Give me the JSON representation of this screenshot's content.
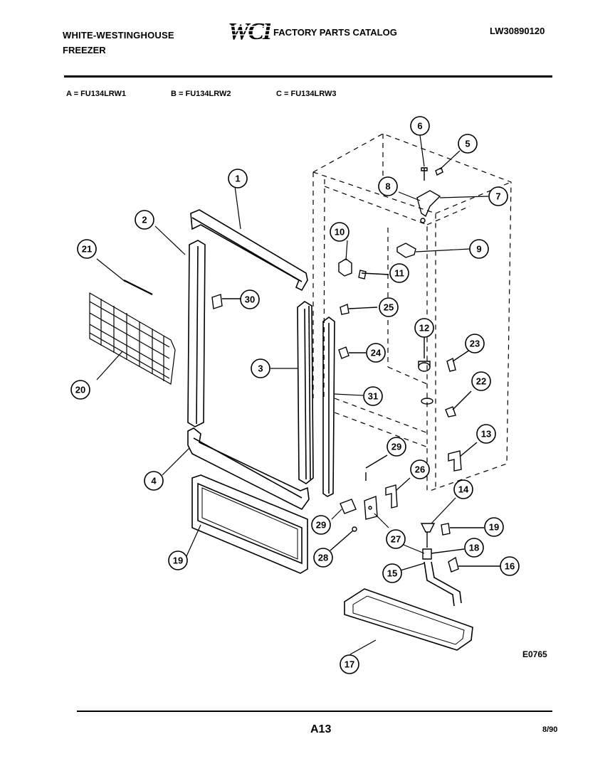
{
  "header": {
    "brand_line1": "WHITE-WESTINGHOUSE",
    "brand_line2": "FREEZER",
    "logo": "WCI",
    "catalog_title": "FACTORY PARTS CATALOG",
    "part_number": "LW30890120"
  },
  "models": {
    "a": "A = FU134LRW1",
    "b": "B = FU134LRW2",
    "c": "C = FU134LRW3"
  },
  "diagram_code": "E0765",
  "footer": {
    "page": "A13",
    "date": "8/90"
  },
  "callouts": [
    "1",
    "2",
    "3",
    "4",
    "5",
    "6",
    "7",
    "8",
    "9",
    "10",
    "11",
    "12",
    "13",
    "14",
    "15",
    "16",
    "17",
    "18",
    "19",
    "19",
    "20",
    "21",
    "22",
    "23",
    "24",
    "25",
    "26",
    "27",
    "28",
    "29",
    "29",
    "30",
    "31"
  ],
  "colors": {
    "ink": "#000000",
    "paper": "#ffffff"
  }
}
